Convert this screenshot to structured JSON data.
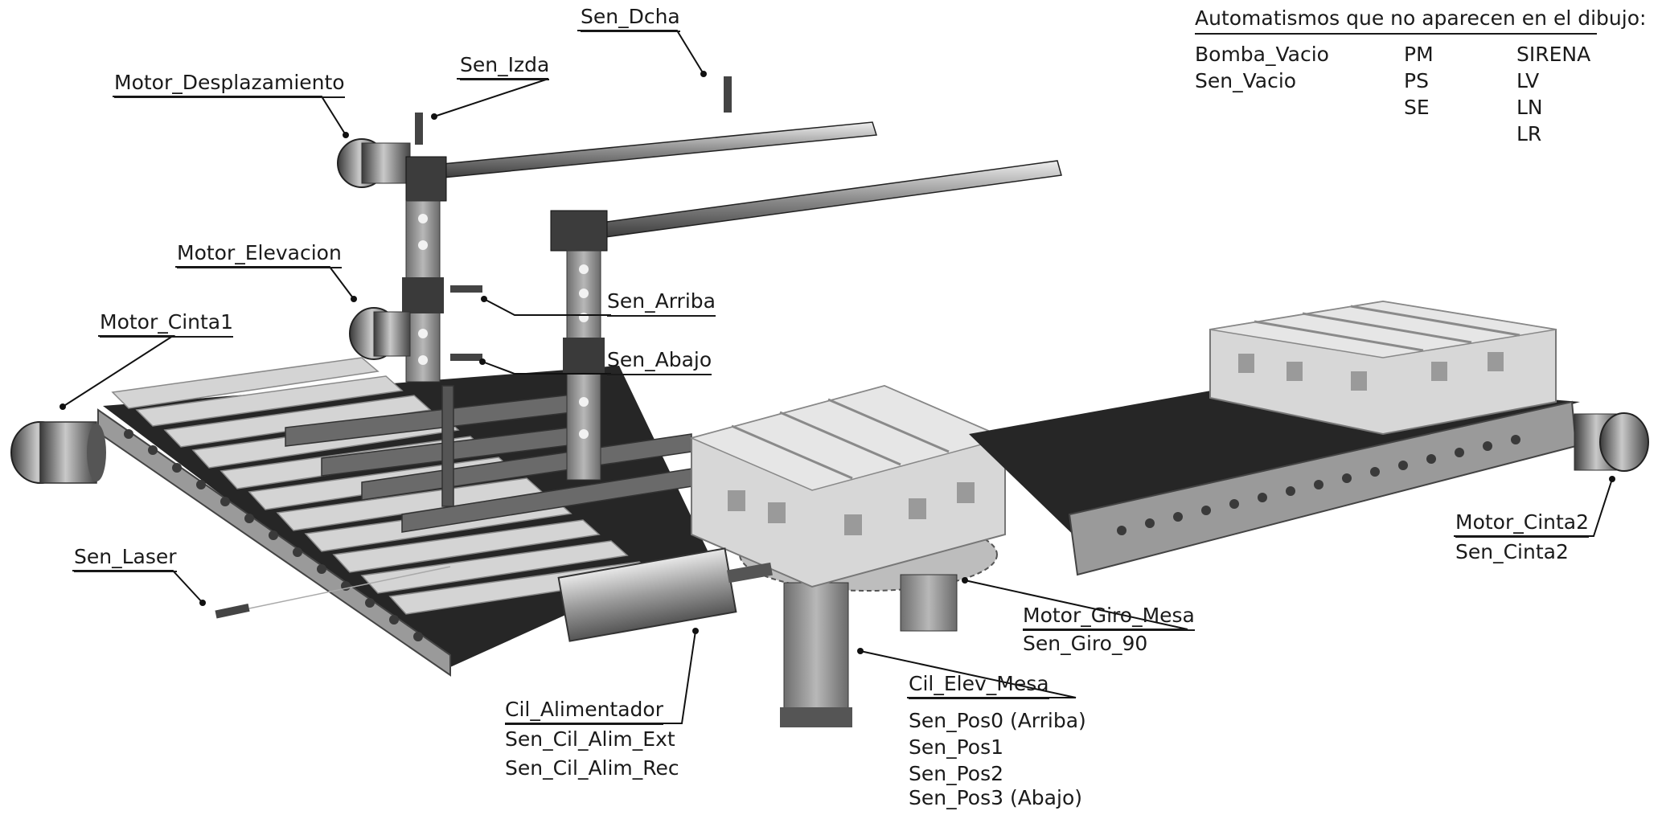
{
  "notes": {
    "title": "Automatismos que no aparecen en el dibujo:",
    "col1": [
      "Bomba_Vacio",
      "Sen_Vacio"
    ],
    "col2": [
      "PM",
      "PS",
      "SE"
    ],
    "col3": [
      "SIRENA",
      "LV",
      "LN",
      "LR"
    ]
  },
  "labels": {
    "sen_dcha": "Sen_Dcha",
    "sen_izda": "Sen_Izda",
    "motor_desplazamiento": "Motor_Desplazamiento",
    "motor_elevacion": "Motor_Elevacion",
    "sen_arriba": "Sen_Arriba",
    "sen_abajo": "Sen_Abajo",
    "motor_cinta1": "Motor_Cinta1",
    "sen_laser": "Sen_Laser",
    "cil_alimentador": "Cil_Alimentador",
    "sen_cil_alim_ext": "Sen_Cil_Alim_Ext",
    "sen_cil_alim_rec": "Sen_Cil_Alim_Rec",
    "cil_elev_mesa": "Cil_Elev_Mesa",
    "sen_pos0": "Sen_Pos0 (Arriba)",
    "sen_pos1": "Sen_Pos1",
    "sen_pos2": "Sen_Pos2",
    "sen_pos3": "Sen_Pos3 (Abajo)",
    "motor_giro_mesa": "Motor_Giro_Mesa",
    "sen_giro_90": "Sen_Giro_90",
    "motor_cinta2": "Motor_Cinta2",
    "sen_cinta2": "Sen_Cinta2"
  },
  "colors": {
    "belt": "#2a2a2a",
    "frame": "#8a8a8a",
    "wood": "#d0d0d0",
    "metal": "#5a5a5a"
  }
}
